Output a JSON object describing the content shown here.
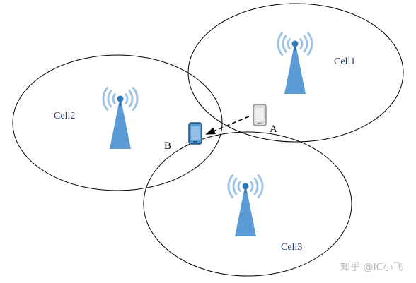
{
  "colors": {
    "tower": "#5b9bd5",
    "tower_dark": "#2e75b6",
    "signal": "#9dc3e6",
    "cell_border": "#000000",
    "cell_label": "#1f3864",
    "phone_a_body": "#d9d9d9",
    "phone_a_frame": "#8c8c8c",
    "phone_b_body": "#5b9bd5",
    "phone_b_frame": "#1f4e79",
    "arrow": "#000000",
    "watermark": "#b8b8b8"
  },
  "cells": [
    {
      "id": "cell1",
      "label": "Cell1",
      "icon": "cell-tower-icon"
    },
    {
      "id": "cell2",
      "label": "Cell2",
      "icon": "cell-tower-icon"
    },
    {
      "id": "cell3",
      "label": "Cell3",
      "icon": "cell-tower-icon"
    }
  ],
  "devices": [
    {
      "id": "a",
      "label": "A",
      "icon": "mobile-phone-icon",
      "state": "source"
    },
    {
      "id": "b",
      "label": "B",
      "icon": "mobile-phone-icon",
      "state": "target"
    }
  ],
  "handover": {
    "from": "a",
    "to": "b",
    "style": "dashed-arrow"
  },
  "watermark": "知乎 @IC小飞"
}
